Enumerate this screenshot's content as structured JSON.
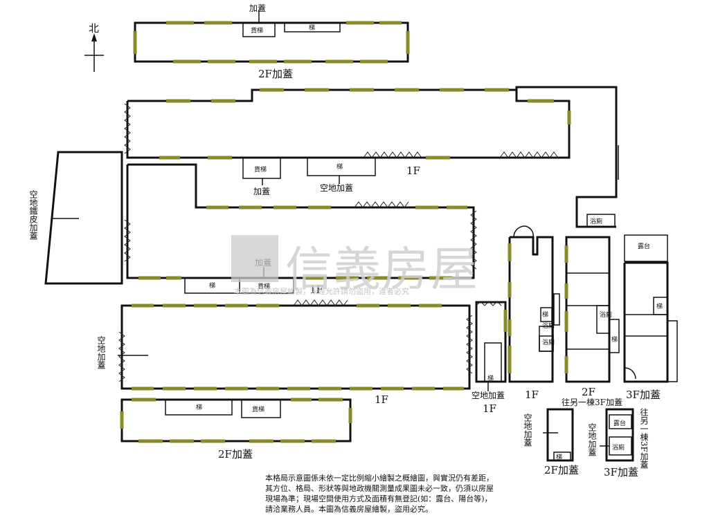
{
  "north_label": "北",
  "labels": {
    "addition": "加蓋",
    "freight_elevator": "貨梯",
    "stairs": "梯",
    "second_floor_addition": "2F加蓋",
    "first_floor": "1F",
    "vacant_lot_addition": "空地加蓋",
    "vacant_lot_iron_addition": "空地鐵皮加蓋",
    "bathroom": "浴廁",
    "balcony": "露台",
    "second_floor": "2F",
    "third_floor_addition": "3F加蓋",
    "to_other_building": "往另一棟3F加蓋"
  },
  "watermark": {
    "brand": "信義房屋",
    "notice": "本圖為信義房屋繪製，未經允許請勿盜用，違者必究"
  },
  "disclaimer": "本格局示意圖係未依一定比例縮小繪製之概繪圖，與實況仍有差距，其方位、格局、形狀等與地政機關測量成果圖未必一致，仍須以房屋現場為準；現場空間使用方式及面積有無登記(如：露台、陽台等)，請洽業務人員。本圖為信義房屋繪製，盜用必究。",
  "colors": {
    "wall": "#111111",
    "window": "#8a8a28",
    "watermark": "#c9c9c9"
  }
}
